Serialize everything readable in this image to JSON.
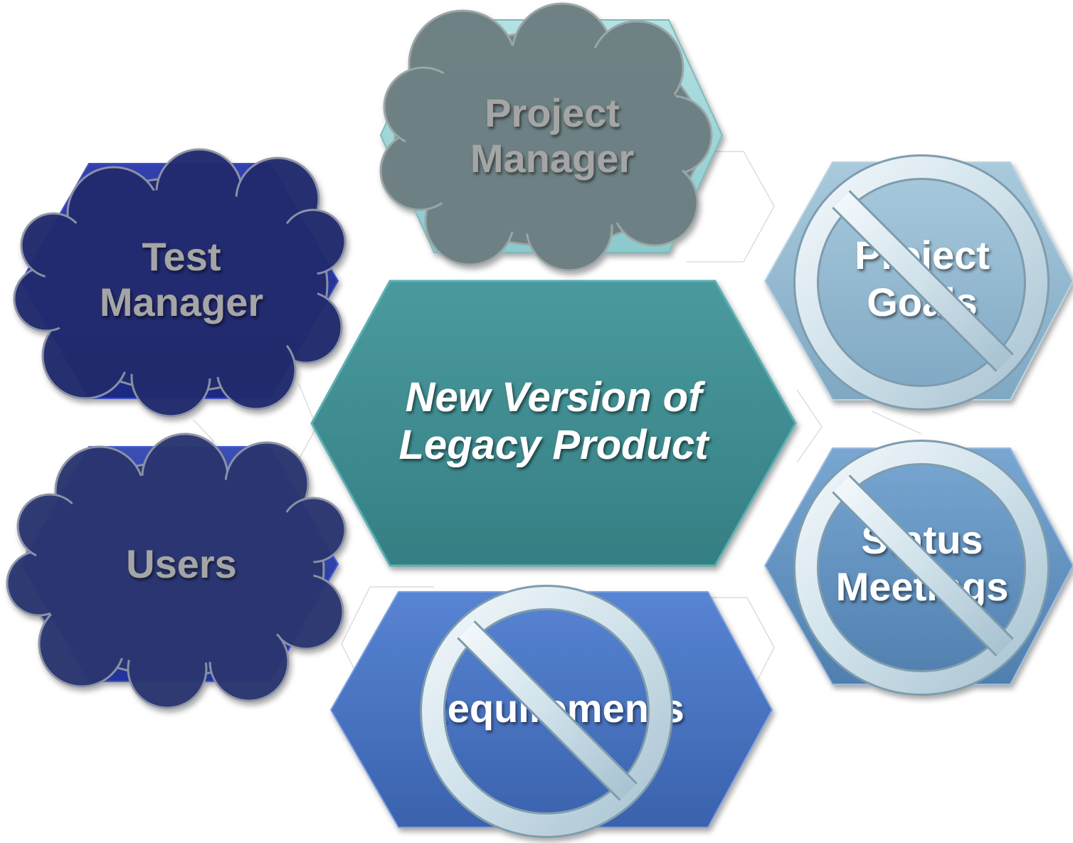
{
  "diagram": {
    "center": {
      "line1": "New Version of",
      "line2": "Legacy Product"
    },
    "nodes": {
      "project_manager": {
        "line1": "Project",
        "line2": "Manager",
        "overlay": "cloud"
      },
      "test_manager": {
        "line1": "Test",
        "line2": "Manager",
        "overlay": "cloud"
      },
      "users": {
        "line1": "Users",
        "overlay": "cloud"
      },
      "project_goals": {
        "line1": "Project",
        "line2": "Goals",
        "overlay": "prohibited"
      },
      "status_meetings": {
        "line1": "Status",
        "line2": "Meetings",
        "overlay": "prohibited"
      },
      "requirements": {
        "line1": "Requirements",
        "overlay": "prohibited"
      }
    },
    "colors": {
      "center": "#3d8b8f",
      "project_manager_hex": "#9fd3d6",
      "test_manager_hex": "#26308e",
      "users_hex": "#2a3d97",
      "project_goals_hex": "#8fb6cf",
      "status_meetings_hex": "#5f8fbd",
      "requirements_hex": "#4a73c0",
      "cloud_gray": "#6c7d80",
      "cloud_navy": "#222a6d",
      "label_gray": "#a5a5a5",
      "label_white": "#ffffff"
    }
  }
}
